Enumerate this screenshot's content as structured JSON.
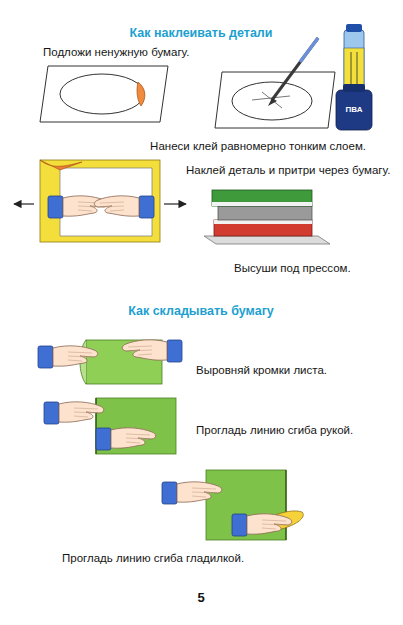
{
  "diagram": {
    "labels": [
      "Как наклеивать детали",
      "Подложи ненужную бумагу.",
      "Нанеси клей равномерно тонким слоем.",
      "ПВА",
      "Наклей деталь и притри через бумагу.",
      "Высуши под прессом.",
      "Как складывать бумагу",
      "Выровняй кромки листа.",
      "Прогладь линию сгиба рукой.",
      "Прогладь линию сгиба гладилкой.",
      "5"
    ]
  }
}
